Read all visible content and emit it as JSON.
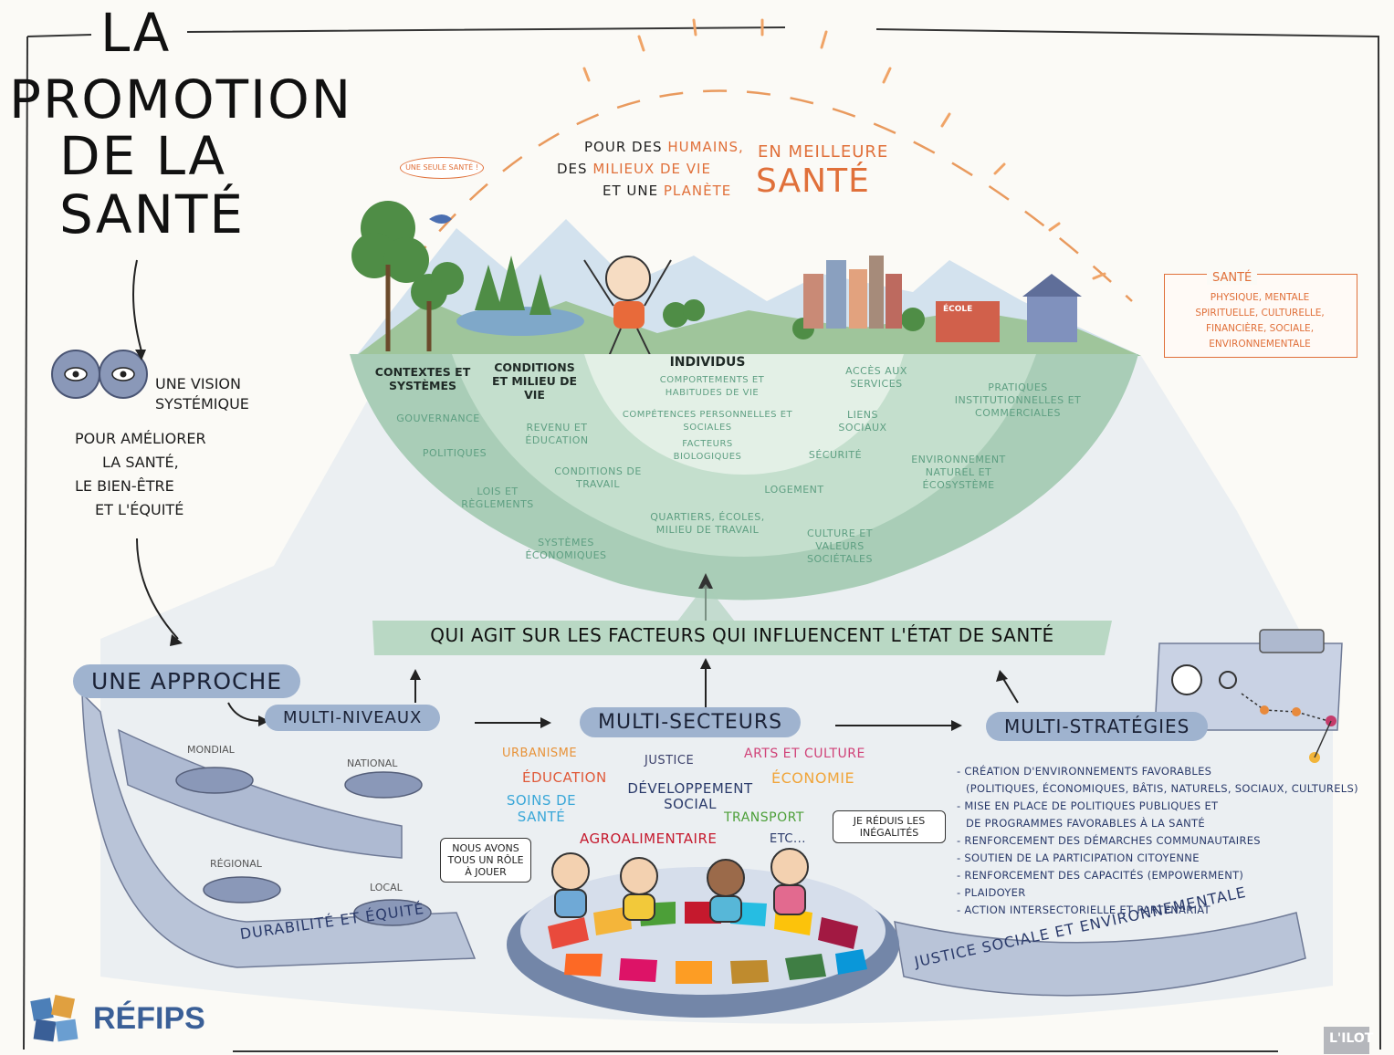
{
  "title": {
    "line1": "LA",
    "line2": "PROMOTION",
    "line3": "DE LA",
    "line4": "SANTÉ"
  },
  "vision": {
    "label": "UNE VISION SYSTÉMIQUE"
  },
  "goal": {
    "line1": "POUR AMÉLIORER",
    "line2": "LA SANTÉ,",
    "line3": "LE BIEN-ÊTRE",
    "line4": "ET L'ÉQUITÉ"
  },
  "top_banner": {
    "l1a": "POUR DES",
    "l1b": "HUMAINS,",
    "l2a": "DES",
    "l2b": "MILIEUX DE VIE",
    "l3a": "ET UNE",
    "l3b": "PLANÈTE",
    "right_small": "EN MEILLEURE",
    "right_big": "SANTÉ"
  },
  "bird_bubble": "UNE SEULE SANTÉ !",
  "sante_box": {
    "title": "SANTÉ",
    "lines": [
      "PHYSIQUE, MENTALE",
      "SPIRITUELLE, CULTURELLE,",
      "FINANCIÈRE, SOCIALE,",
      "ENVIRONNEMENTALE"
    ]
  },
  "school_sign": "ÉCOLE",
  "bowl": {
    "contextes": "CONTEXTES ET SYSTÈMES",
    "conditions": "CONDITIONS ET MILIEU DE VIE",
    "individus": "INDIVIDUS",
    "items": {
      "gouvernance": "GOUVERNANCE",
      "politiques": "POLITIQUES",
      "lois": "LOIS ET RÈGLEMENTS",
      "systemes": "SYSTÈMES ÉCONOMIQUES",
      "revenu": "REVENU ET ÉDUCATION",
      "conditions_travail": "CONDITIONS DE TRAVAIL",
      "quartiers": "QUARTIERS, ÉCOLES, MILIEU DE TRAVAIL",
      "comportements": "COMPORTEMENTS ET HABITUDES DE VIE",
      "competences": "COMPÉTENCES PERSONNELLES ET SOCIALES",
      "facteurs": "FACTEURS BIOLOGIQUES",
      "logement": "LOGEMENT",
      "acces": "ACCÈS AUX SERVICES",
      "liens": "LIENS SOCIAUX",
      "securite": "SÉCURITÉ",
      "culture": "CULTURE ET VALEURS SOCIÉTALES",
      "pratiques": "PRATIQUES INSTITUTIONNELLES ET COMMERCIALES",
      "environnement": "ENVIRONNEMENT NATUREL ET ÉCOSYSTÈME"
    }
  },
  "action_banner": "QUI AGIT SUR LES FACTEURS QUI INFLUENCENT L'ÉTAT DE SANTÉ",
  "approche": "UNE APPROCHE",
  "multi_niveaux": "MULTI-NIVEAUX",
  "multi_secteurs": "MULTI-SECTEURS",
  "multi_strategies": "MULTI-STRATÉGIES",
  "levels": {
    "mondial": "MONDIAL",
    "national": "NATIONAL",
    "regional": "RÉGIONAL",
    "local": "LOCAL"
  },
  "sectors": {
    "urbanisme": "URBANISME",
    "justice": "JUSTICE",
    "arts": "ARTS ET CULTURE",
    "education": "ÉDUCATION",
    "economie": "ÉCONOMIE",
    "developpement": "DÉVELOPPEMENT SOCIAL",
    "soins": "SOINS DE SANTÉ",
    "transport": "TRANSPORT",
    "agro": "AGROALIMENTAIRE",
    "etc": "ETC..."
  },
  "strategies": [
    "- CRÉATION D'ENVIRONNEMENTS FAVORABLES",
    "(POLITIQUES, ÉCONOMIQUES, BÂTIS, NATURELS, SOCIAUX, CULTURELS)",
    "- MISE EN PLACE DE POLITIQUES PUBLIQUES ET",
    "DE PROGRAMMES FAVORABLES À LA SANTÉ",
    "- RENFORCEMENT DES DÉMARCHES COMMUNAUTAIRES",
    "- SOUTIEN DE LA PARTICIPATION CITOYENNE",
    "- RENFORCEMENT DES CAPACITÉS (EMPOWERMENT)",
    "- PLAIDOYER",
    "- ACTION INTERSECTORIELLE ET PARTENARIAT"
  ],
  "bubble_role": "NOUS AVONS TOUS UN RÔLE À JOUER",
  "bubble_ineg": "JE RÉDUIS LES INÉGALITÉS",
  "ribbon_left": "DURABILITÉ ET ÉQUITÉ",
  "ribbon_right": "JUSTICE SOCIALE ET ENVIRONNEMENTALE",
  "logo_text": "RÉFIPS",
  "ilot_text": "L'ILOT",
  "colors": {
    "green": "#5e9f82",
    "green_light": "#cfe5d8",
    "blue": "#9fb3cf",
    "orange": "#e0703a",
    "navy": "#2a3a6a"
  }
}
